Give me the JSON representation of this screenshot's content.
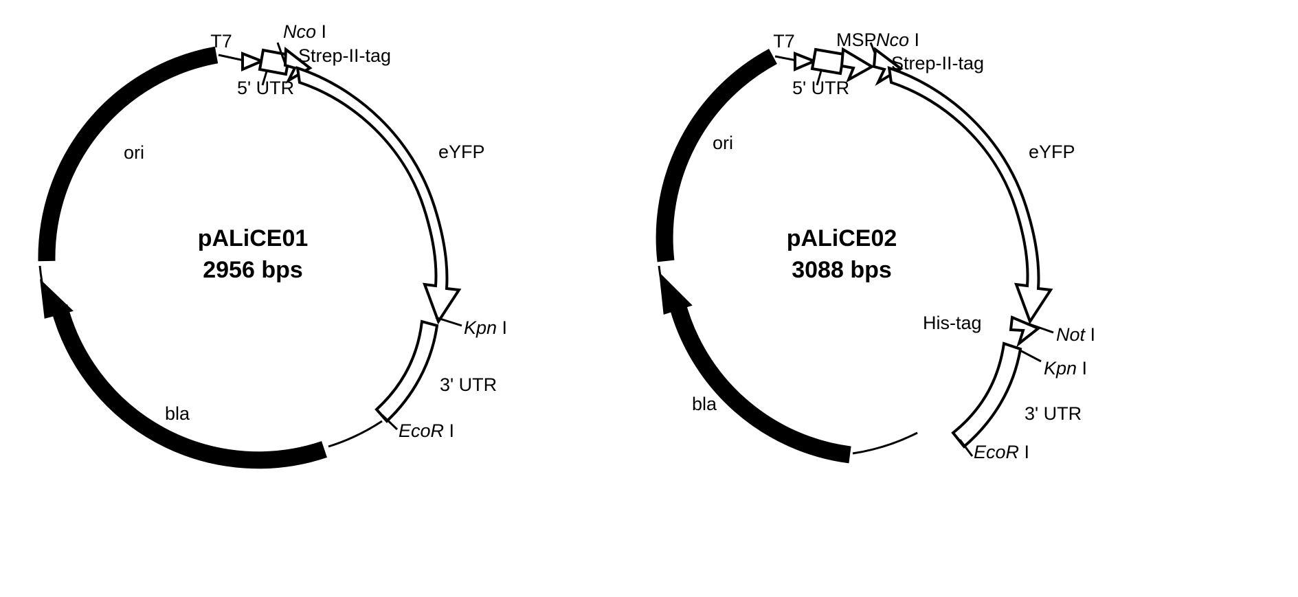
{
  "figure": {
    "type": "plasmid-map-pair",
    "background": "#ffffff",
    "stroke_color": "#000000"
  },
  "plasmids": [
    {
      "id": "pALiCE01",
      "name": "pALiCE01",
      "size": "2956 bps",
      "features": [
        {
          "name": "ori",
          "label": "ori",
          "style": "thick-black-arc",
          "italic": false
        },
        {
          "name": "bla",
          "label": "bla",
          "style": "thick-black-arrow",
          "italic": false
        },
        {
          "name": "T7",
          "label": "T7",
          "style": "promoter-arrow",
          "italic": false
        },
        {
          "name": "5' UTR",
          "label": "5' UTR",
          "style": "open-box",
          "italic": false
        },
        {
          "name": "Nco I",
          "label": "Nco I",
          "style": "restriction-site",
          "italic": true,
          "italic_part": "Nco",
          "roman_part": "I"
        },
        {
          "name": "Strep-II-tag",
          "label": "Strep-II-tag",
          "style": "open-arrow",
          "italic": false
        },
        {
          "name": "eYFP",
          "label": "eYFP",
          "style": "open-big-arrow",
          "italic": false
        },
        {
          "name": "Kpn I",
          "label": "Kpn I",
          "style": "restriction-site",
          "italic": true,
          "italic_part": "Kpn",
          "roman_part": "I"
        },
        {
          "name": "3' UTR",
          "label": "3' UTR",
          "style": "open-arc-box",
          "italic": false
        },
        {
          "name": "EcoR I",
          "label": "EcoR I",
          "style": "restriction-site",
          "italic": true,
          "italic_part": "EcoR",
          "roman_part": "I"
        }
      ]
    },
    {
      "id": "pALiCE02",
      "name": "pALiCE02",
      "size": "3088 bps",
      "features": [
        {
          "name": "ori",
          "label": "ori",
          "style": "thick-black-arc",
          "italic": false
        },
        {
          "name": "bla",
          "label": "bla",
          "style": "thick-black-arrow",
          "italic": false
        },
        {
          "name": "T7",
          "label": "T7",
          "style": "promoter-arrow",
          "italic": false
        },
        {
          "name": "5' UTR",
          "label": "5' UTR",
          "style": "open-box",
          "italic": false
        },
        {
          "name": "MSP",
          "label": "MSP",
          "style": "open-arrow",
          "italic": false
        },
        {
          "name": "Nco I",
          "label": "Nco I",
          "style": "restriction-site",
          "italic": true,
          "italic_part": "Nco",
          "roman_part": "I"
        },
        {
          "name": "Strep-II-tag",
          "label": "Strep-II-tag",
          "style": "open-arrow",
          "italic": false
        },
        {
          "name": "eYFP",
          "label": "eYFP",
          "style": "open-big-arrow",
          "italic": false
        },
        {
          "name": "His-tag",
          "label": "His-tag",
          "style": "open-arrow",
          "italic": false
        },
        {
          "name": "Not I",
          "label": "Not I",
          "style": "restriction-site",
          "italic": true,
          "italic_part": "Not",
          "roman_part": "I"
        },
        {
          "name": "Kpn I",
          "label": "Kpn I",
          "style": "restriction-site",
          "italic": true,
          "italic_part": "Kpn",
          "roman_part": "I"
        },
        {
          "name": "3' UTR",
          "label": "3' UTR",
          "style": "open-arc-box",
          "italic": false
        },
        {
          "name": "EcoR I",
          "label": "EcoR I",
          "style": "restriction-site",
          "italic": true,
          "italic_part": "EcoR",
          "roman_part": "I"
        }
      ]
    }
  ],
  "left": {
    "title": "pALiCE01",
    "size": "2956 bps",
    "labels": {
      "ori": "ori",
      "bla": "bla",
      "t7": "T7",
      "utr5": "5' UTR",
      "nco_i_ital": "Nco",
      "nco_i_roman": " I",
      "strep": "Strep-II-tag",
      "eyfp": "eYFP",
      "kpn_i_ital": "Kpn",
      "kpn_i_roman": " I",
      "utr3": "3' UTR",
      "ecor_i_ital": "EcoR",
      "ecor_i_roman": " I"
    }
  },
  "right": {
    "title": "pALiCE02",
    "size": "3088 bps",
    "labels": {
      "ori": "ori",
      "bla": "bla",
      "t7": "T7",
      "utr5": "5' UTR",
      "msp": "MSP",
      "nco_i_ital": "Nco",
      "nco_i_roman": " I",
      "strep": "Strep-II-tag",
      "eyfp": "eYFP",
      "his_tag": "His-tag",
      "not_i_ital": "Not",
      "not_i_roman": " I",
      "kpn_i_ital": "Kpn",
      "kpn_i_roman": " I",
      "utr3": "3' UTR",
      "ecor_i_ital": "EcoR",
      "ecor_i_roman": " I"
    }
  }
}
